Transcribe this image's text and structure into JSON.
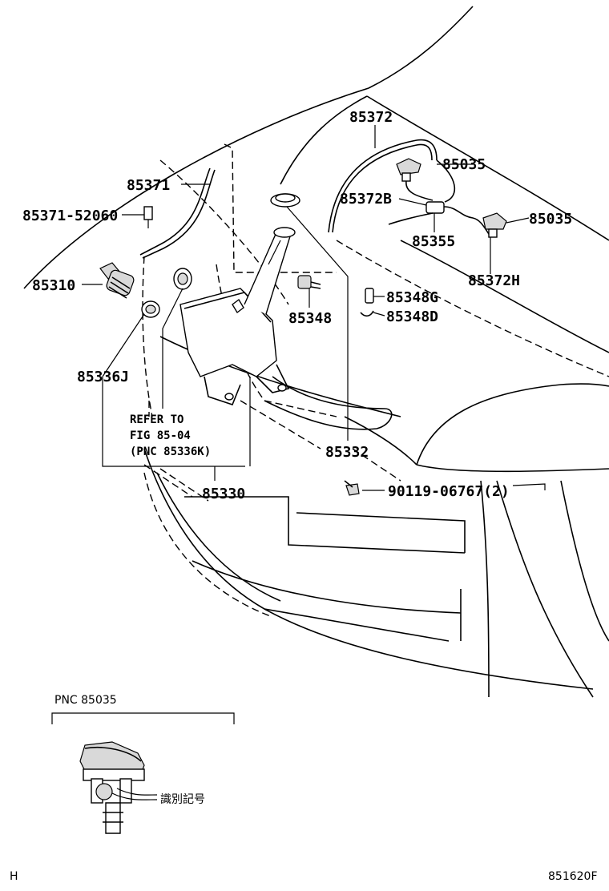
{
  "labels": {
    "p85372": "85372",
    "p85035a": "85035",
    "p85371": "85371",
    "p85372b": "85372B",
    "p85371_52060": "85371-52060",
    "p85035b": "85035",
    "p85355": "85355",
    "p85310": "85310",
    "p85372h": "85372H",
    "p85348g": "85348G",
    "p85348": "85348",
    "p85348d": "85348D",
    "p85336j": "85336J",
    "refer_line1": "REFER TO",
    "refer_line2": "FIG 85-04",
    "refer_line3": "(PNC 85336K)",
    "p85332": "85332",
    "p85330": "85330",
    "p90119": "90119-06767(2)"
  },
  "inset": {
    "title": "PNC 85035",
    "id_mark": "識別記号"
  },
  "footer": {
    "left_mark": "H",
    "code": "851620F"
  }
}
